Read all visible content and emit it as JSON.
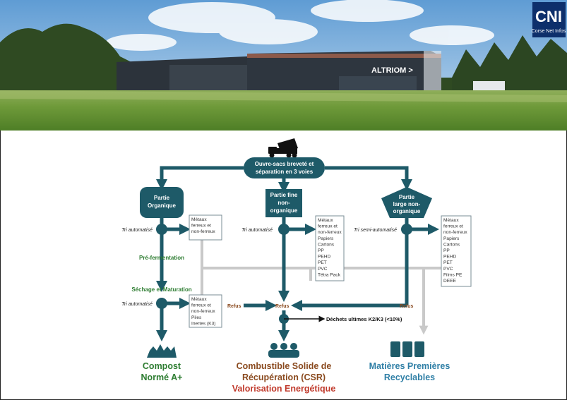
{
  "photo": {
    "building_sign": "ALTRIOM >",
    "logo": {
      "main": "CNI",
      "sub": "Corse Net Infos"
    }
  },
  "colors": {
    "teal": "#1e5a68",
    "gray_line": "#c9c9c9",
    "green_label": "#2e7d32",
    "brown_label": "#8a4a1f",
    "blue_label": "#2f7fa6",
    "red_label": "#c0392b",
    "refus": "#8a4a1f"
  },
  "diagram": {
    "top_box": {
      "line1": "Ouvre-sacs breveté et",
      "line2": "séparation en 3 voies"
    },
    "organique": {
      "line1": "Partie",
      "line2": "Organique"
    },
    "fine": {
      "line1": "Partie fine",
      "line2": "non-",
      "line3": "organique"
    },
    "large": {
      "line1": "Partie",
      "line2": "large non-",
      "line3": "organique"
    },
    "tri1": "Tri automatisé",
    "tri2": "Tri automatisé",
    "tri3": "Tri semi-automatisé",
    "tri4": "Tri automatisé",
    "list1": [
      "Métaux",
      "ferreux et",
      "non-ferreux"
    ],
    "list2": [
      "Métaux",
      "ferreux et",
      "non-ferreux",
      "Papiers",
      "Cartons",
      "PP",
      "PEHD",
      "PET",
      "PVC",
      "Tétra Pack"
    ],
    "list3": [
      "Métaux",
      "ferreux et",
      "non-ferreux",
      "Papiers",
      "Cartons",
      "PP",
      "PEHD",
      "PET",
      "PVC",
      "Films PE",
      "DEEE"
    ],
    "list4": [
      "Métaux",
      "ferreux et",
      "non-ferreux",
      "Piles",
      "Inertes (K3)"
    ],
    "prefermentation": "Pré-fermentation",
    "sechage": "Séchage et Maturation",
    "refus_left": "Refus",
    "refus_center": "Refus",
    "refus_right": "Refus",
    "dechets": "Déchets ultimes K2/K3 (<10%)",
    "compost": {
      "line1": "Compost",
      "line2": "Normé A+"
    },
    "csr": {
      "line1": "Combustible Solide de",
      "line2": "Récupération (CSR)",
      "line3": "Valorisation Energétique"
    },
    "mp": {
      "line1": "Matières Premières",
      "line2": "Recyclables"
    }
  }
}
